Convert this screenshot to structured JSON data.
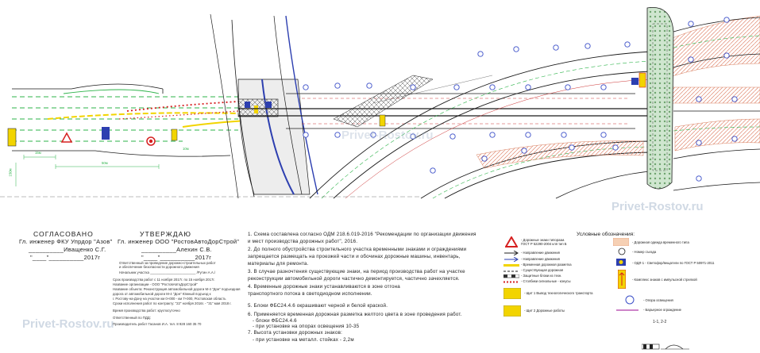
{
  "approvals": {
    "left": {
      "heading": "СОГЛАСОВАНО",
      "role": "Гл. инженер ФКУ Упрдор \"Азов\"",
      "signature_line": "__________Иващенко С.Г.",
      "date_line": "\"____\"__________2017г"
    },
    "right": {
      "heading": "УТВЕРЖДАЮ",
      "role": "Гл. инженер ООО \"РостовАвтоДорСтрой\"",
      "signature_line": "__________Алехин С.В.",
      "date_line": "\"____\"__________2017г"
    }
  },
  "responsible": {
    "lines": [
      "Ответственный за проведение дорожно-строительных работ",
      "и обеспечение безопасности дорожного движения",
      "Начальник участка ________________________ /Рутин А.А./"
    ]
  },
  "details": {
    "lines": [
      "Срок производства работ с 11 ноября 2017г. по 15 ноября 2017г.",
      "Название организации - ООО \"РостовАвтоДорСтрой\"",
      "Название объекта: Реконструкция автомобильной дороги М-4 \"Дон\" подъездная",
      "дорога от автомобильной дороги М-4 \"Дон\" Южный подъезд к",
      "г. Ростову-на-Дону на участке км 0+000 - км 7+000, Ростовская область",
      "Сроки исполнения работ по контракту: \"22\" ноября 2016г. - \"31\" мая 2018 г.",
      "Время производства работ: круглосуточно",
      "Ответственный по ПДД:",
      "Производитель работ Гасанов И.А. тел. 8 928 160 35 70"
    ]
  },
  "notes": [
    "1. Схема составлена согласно ОДМ 218.6.019-2016 \"Рекомендации по организации движения",
    "и мест производства дорожных работ\", 2016.",
    "2. До полного обустройства строительного участка временными знаками и ограждениями",
    "запрещается размещать на проезжей части и обочинах дорожные машины, инвентарь,",
    "материалы для ремонта.",
    "3. В случае разночтения существующие знаки, на период производства работ на участке",
    "реконструкции автомобильной дороги частично демонтируется, частично зачехляется.",
    "4. Временные дорожные знаки устанавливаются в зоне отгона",
    "транспортного потока в светодиодном исполнении.",
    "5. Блоки ФБС24.4.6 окрашивают черной и белой краской.",
    "6. Применяется временная дорожная разметка желтого цвета в зоне проведения работ.",
    "- блоки ФБС24.4.6",
    "- при установке на опорах освещения 10-35",
    "7. Высота установки дорожных знаков:",
    "- при установке на металл. стойках - 2,2м"
  ],
  "legend": {
    "title": "Условные обозначения:",
    "items": [
      "- Дорожные знаки типоразм. ГОСТ Р 52290-2004 кля тип Б",
      "- Направление движения",
      "- Направление движения",
      "- Временная дорожная разметка",
      "- Существующая дорожная",
      "- Защитные блоки из техн.",
      "- Столбики сигнальные - конусы",
      "- Щит 1 Вывод технологического транспорта",
      "- Щит 2 Дорожные работы",
      "- Дорожная одежда временного типа",
      "- Номер съезда",
      "- ОДЛ-1 - Светофор/вещатели по ГОСТ Р 50971-2011",
      "- Комплекс знаков с импульсной стрелкой",
      "- Опора освещения",
      "- Барьерное ограждение"
    ]
  },
  "plan_labels": [
    "15м",
    "50м",
    "10м",
    "150м"
  ],
  "section_label": "1-1, 2-2",
  "watermarks": [
    "Privet-Rostov.ru",
    "Privet-Rostov.ru",
    "Privet-Rostov.ru"
  ],
  "colors": {
    "road_edge": "#1a1a1a",
    "marking_green": "#2db34a",
    "marking_yellow": "#f2d400",
    "hatch_red": "#cc3333",
    "barrier_blue": "#2d3fb0",
    "pole": "#3b4fc8",
    "grass": "#7cb27c",
    "temp_pavement": "#f3c6a2"
  }
}
